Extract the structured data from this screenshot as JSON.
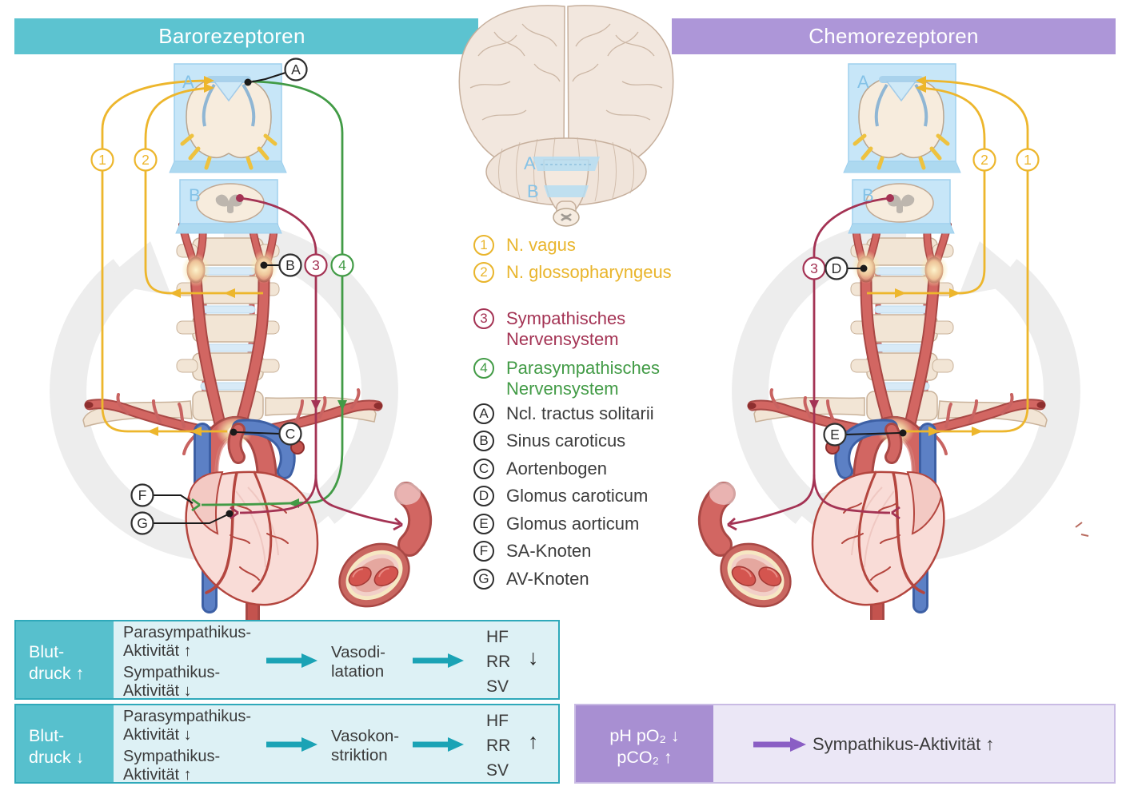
{
  "headers": {
    "left": "Barorezeptoren",
    "right": "Chemorezeptoren"
  },
  "section_labels": {
    "a": "A",
    "b": "B"
  },
  "nerve_legend": [
    {
      "num": "1",
      "label": "N. vagus"
    },
    {
      "num": "2",
      "label": "N. glossopharyngeus"
    },
    {
      "num": "3",
      "label": "Sympathisches Nervensystem"
    },
    {
      "num": "4",
      "label": "Parasympathisches Nervensystem"
    }
  ],
  "letter_legend": [
    {
      "letter": "A",
      "label": "Ncl. tractus solitarii"
    },
    {
      "letter": "B",
      "label": "Sinus caroticus"
    },
    {
      "letter": "C",
      "label": "Aortenbogen"
    },
    {
      "letter": "D",
      "label": "Glomus caroticum"
    },
    {
      "letter": "E",
      "label": "Glomus aorticum"
    },
    {
      "letter": "F",
      "label": "SA-Knoten"
    },
    {
      "letter": "G",
      "label": "AV-Knoten"
    }
  ],
  "baro_flow": [
    {
      "trigger_lines": [
        "Blut-",
        "druck ↑"
      ],
      "parasym_lines": [
        "Parasympathikus-",
        "Aktivität ↑"
      ],
      "sympath_lines": [
        "Sympathikus-",
        "Aktivität ↓"
      ],
      "action_lines": [
        "Vasodi-",
        "latation"
      ],
      "outputs": [
        "HF",
        "RR",
        "SV"
      ],
      "output_arrow": "↓"
    },
    {
      "trigger_lines": [
        "Blut-",
        "druck ↓"
      ],
      "parasym_lines": [
        "Parasympathikus-",
        "Aktivität ↓"
      ],
      "sympath_lines": [
        "Sympathikus-",
        "Aktivität ↑"
      ],
      "action_lines": [
        "Vasokon-",
        "striktion"
      ],
      "outputs": [
        "HF",
        "RR",
        "SV"
      ],
      "output_arrow": "↑"
    }
  ],
  "chemo_flow": {
    "trigger_lines": [
      "pH pO₂ ↓",
      "pCO₂ ↑"
    ],
    "result": "Sympathikus-Aktivität ↑"
  },
  "colors": {
    "teal_header": "#5cc3d0",
    "purple_header": "#ad96d8",
    "nerve_yellow": "#edb62c",
    "sympathetic_red": "#a43354",
    "parasympathetic_green": "#429b46",
    "flow_teal_dark": "#57c0cd",
    "flow_teal_light": "#ddf1f5",
    "chemo_purple_dark": "#a88fd2",
    "chemo_purple_light": "#ebe7f6"
  }
}
